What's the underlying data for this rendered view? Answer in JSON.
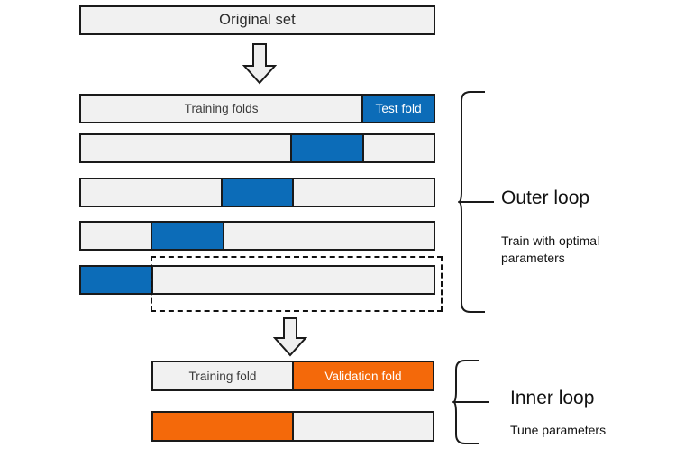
{
  "diagram": {
    "title_bar": {
      "label": "Original set"
    },
    "outer_loop": {
      "title": "Outer loop",
      "subtitle": "Train with optimal parameters",
      "rows": [
        {
          "name": "fold-row-1",
          "segments": [
            {
              "label": "Training folds",
              "kind": "plain",
              "flex": 4
            },
            {
              "label": "Test fold",
              "kind": "blue",
              "flex": 1
            }
          ]
        },
        {
          "name": "fold-row-2",
          "segments": [
            {
              "label": "",
              "kind": "plain",
              "flex": 3
            },
            {
              "label": "",
              "kind": "blue",
              "flex": 1
            },
            {
              "label": "",
              "kind": "plain",
              "flex": 1
            }
          ]
        },
        {
          "name": "fold-row-3",
          "segments": [
            {
              "label": "",
              "kind": "plain",
              "flex": 2
            },
            {
              "label": "",
              "kind": "blue",
              "flex": 1
            },
            {
              "label": "",
              "kind": "plain",
              "flex": 2
            }
          ]
        },
        {
          "name": "fold-row-4",
          "segments": [
            {
              "label": "",
              "kind": "plain",
              "flex": 1
            },
            {
              "label": "",
              "kind": "blue",
              "flex": 1
            },
            {
              "label": "",
              "kind": "plain",
              "flex": 3
            }
          ]
        },
        {
          "name": "fold-row-5",
          "segments": [
            {
              "label": "",
              "kind": "blue",
              "flex": 1
            },
            {
              "label": "",
              "kind": "plain",
              "flex": 4
            }
          ]
        }
      ]
    },
    "inner_loop": {
      "title": "Inner loop",
      "subtitle": "Tune parameters",
      "rows": [
        {
          "name": "inner-row-1",
          "segments": [
            {
              "label": "Training fold",
              "kind": "plain",
              "flex": 1
            },
            {
              "label": "Validation fold",
              "kind": "orange",
              "flex": 1
            }
          ]
        },
        {
          "name": "inner-row-2",
          "segments": [
            {
              "label": "",
              "kind": "orange",
              "flex": 1
            },
            {
              "label": "",
              "kind": "plain",
              "flex": 1
            }
          ]
        }
      ]
    },
    "icons": {
      "arrow_top": "down-arrow-icon",
      "arrow_middle": "down-arrow-icon",
      "brace_outer": "curly-brace-icon",
      "brace_inner": "curly-brace-icon"
    },
    "colors": {
      "fold_blue": "#0c6cb8",
      "fold_orange": "#f4690a",
      "bar_fill": "#f1f1f1",
      "outline": "#1a1a1a",
      "background": "#ffffff"
    }
  }
}
